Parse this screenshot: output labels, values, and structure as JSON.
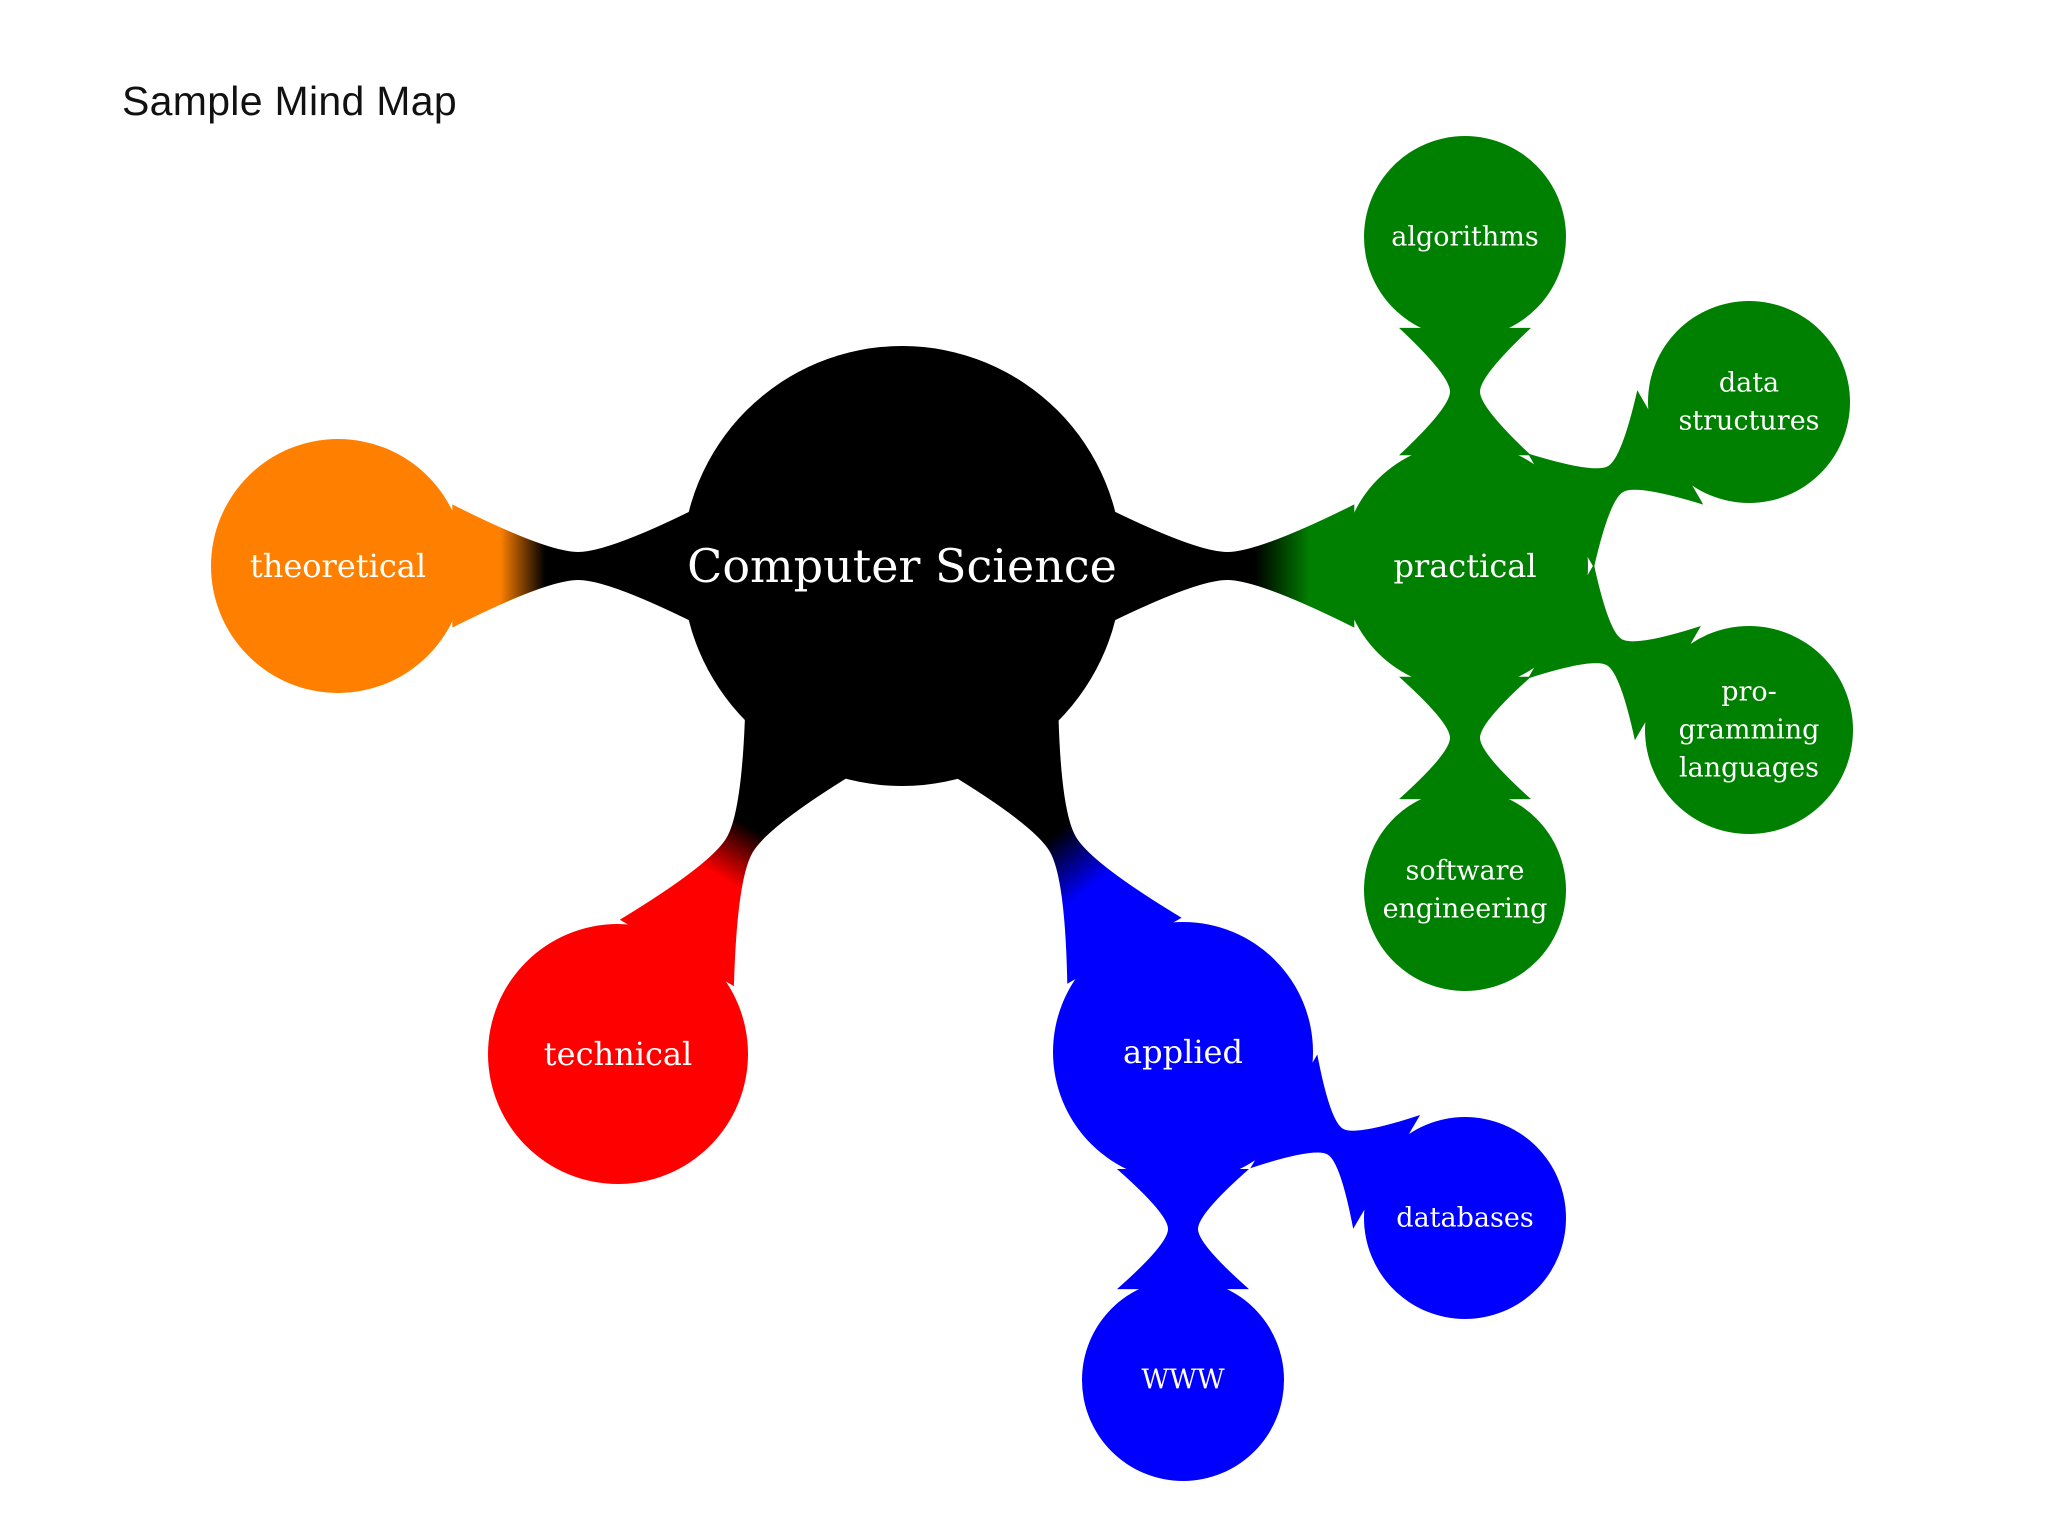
{
  "slide": {
    "title": "Sample Mind Map"
  },
  "mindmap": {
    "root": {
      "label": [
        "Computer Science"
      ],
      "color": "#000000"
    },
    "branches": [
      {
        "id": "theoretical",
        "label": [
          "theoretical"
        ],
        "color": "#ff8000",
        "children": []
      },
      {
        "id": "technical",
        "label": [
          "technical"
        ],
        "color": "#ff0000",
        "children": []
      },
      {
        "id": "applied",
        "label": [
          "applied"
        ],
        "color": "#0000ff",
        "children": [
          {
            "id": "databases",
            "label": [
              "databases"
            ]
          },
          {
            "id": "www",
            "label": [
              "WWW"
            ]
          }
        ]
      },
      {
        "id": "practical",
        "label": [
          "practical"
        ],
        "color": "#008000",
        "children": [
          {
            "id": "algorithms",
            "label": [
              "algorithms"
            ]
          },
          {
            "id": "data-structures",
            "label": [
              "data",
              "structures"
            ]
          },
          {
            "id": "programming-languages",
            "label": [
              "pro-",
              "gramming",
              "languages"
            ]
          },
          {
            "id": "software-engineering",
            "label": [
              "software",
              "engineering"
            ]
          }
        ]
      }
    ]
  }
}
